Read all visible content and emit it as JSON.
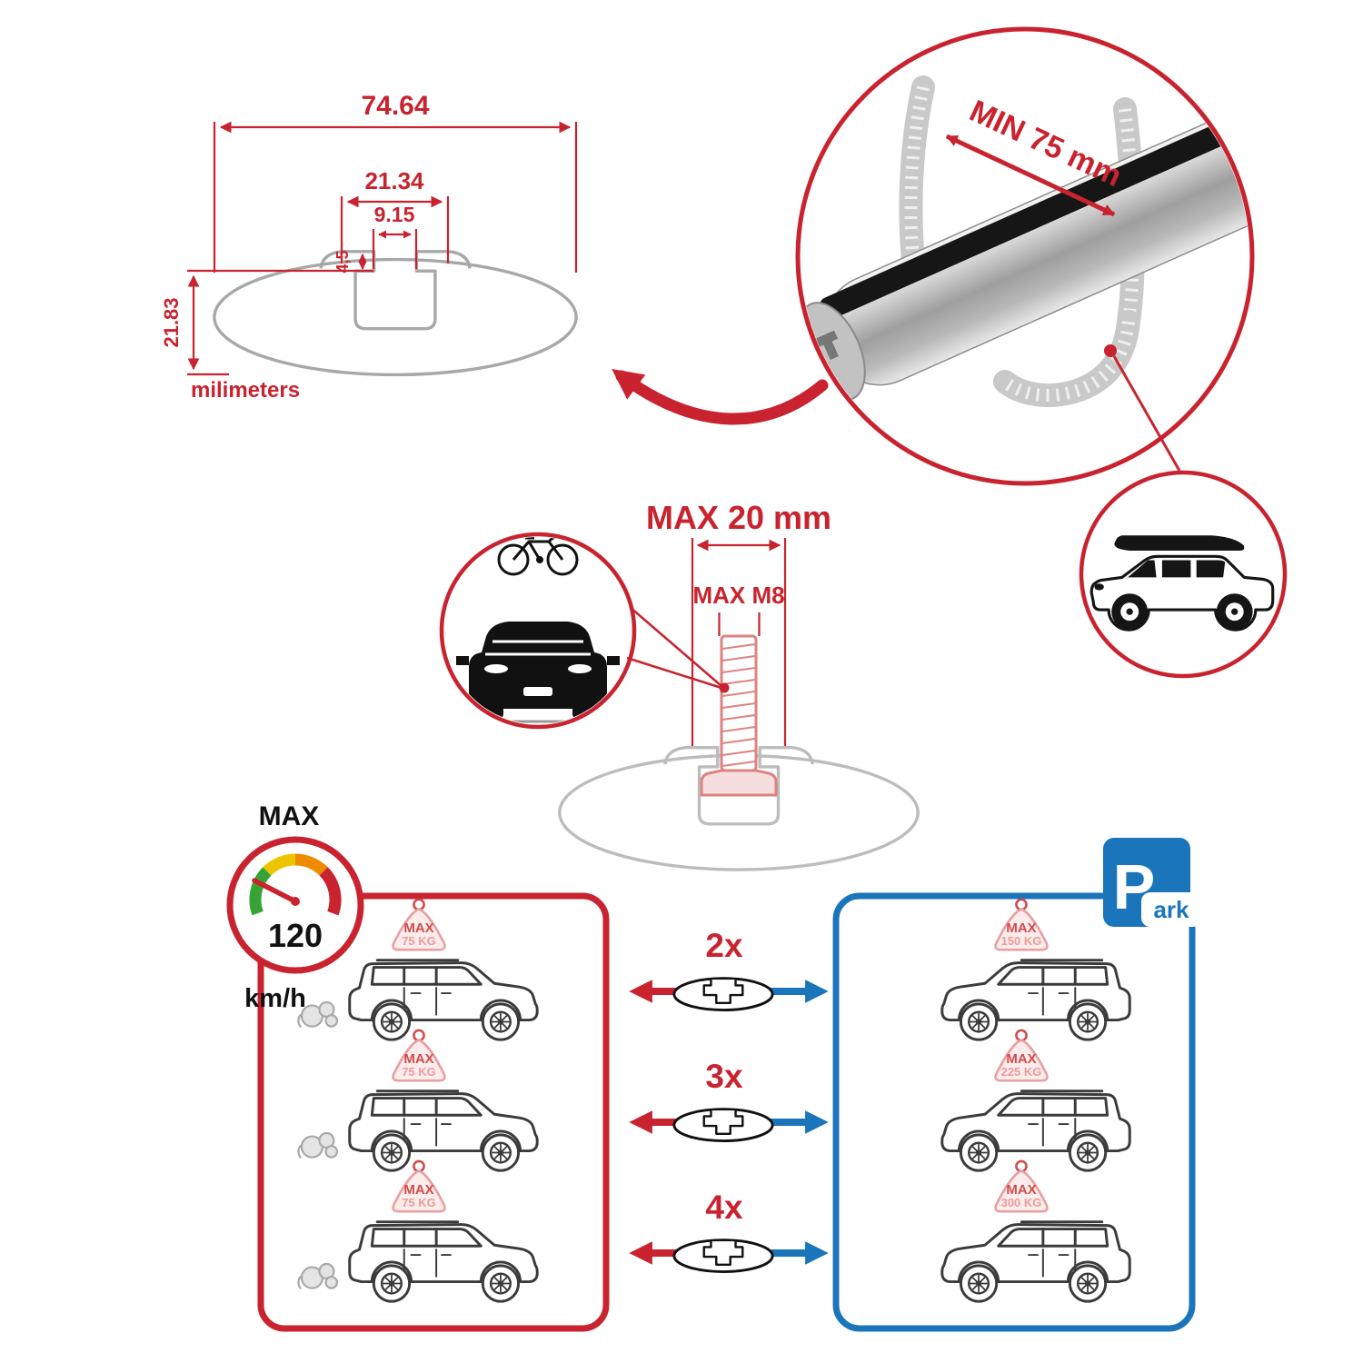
{
  "colors": {
    "accent_red": "#c8232e",
    "accent_blue": "#1b75bb",
    "badge_pink": "#ec9c9a",
    "profile_gray": "#a8a8a8"
  },
  "cross_section": {
    "total_width": "74.64",
    "channel_width": "21.34",
    "slot_width": "9.15",
    "step_height": "4,5",
    "profile_height": "21.83",
    "units": "milimeters"
  },
  "bar_detail": {
    "min_span": "MIN 75 mm"
  },
  "bolt_detail": {
    "max_depth": "MAX 20 mm",
    "max_thread": "MAX M8"
  },
  "speed_limit": {
    "label": "MAX",
    "value": "120",
    "units": "km/h"
  },
  "park_sign": {
    "letter": "P",
    "suffix": "ark"
  },
  "rows": [
    {
      "qty": "2x",
      "driving": {
        "label": "MAX",
        "weight": "75 KG"
      },
      "parked": {
        "label": "MAX",
        "weight": "150 KG"
      }
    },
    {
      "qty": "3x",
      "driving": {
        "label": "MAX",
        "weight": "75 KG"
      },
      "parked": {
        "label": "MAX",
        "weight": "225 KG"
      }
    },
    {
      "qty": "4x",
      "driving": {
        "label": "MAX",
        "weight": "75 KG"
      },
      "parked": {
        "label": "MAX",
        "weight": "300 KG"
      }
    }
  ]
}
